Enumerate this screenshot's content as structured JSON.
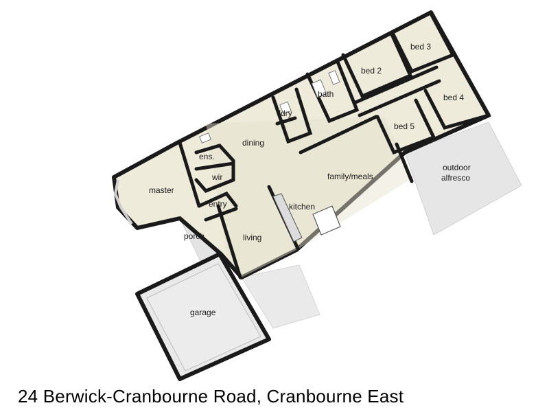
{
  "address": "24 Berwick-Cranbourne Road, Cranbourne East",
  "rooms": {
    "master": "master",
    "ens": "ens.",
    "wir": "wir",
    "entry": "entry",
    "porch": "porch",
    "dining": "dining",
    "living": "living",
    "kitchen": "kitchen",
    "family_meals": "family/meals",
    "laundry": "l'dry",
    "bath": "bath",
    "bed2": "bed 2",
    "bed3": "bed 3",
    "bed4": "bed 4",
    "bed5": "bed 5",
    "outdoor_line1": "outdoor",
    "outdoor_line2": "alfresco",
    "garage": "garage"
  },
  "colors": {
    "floor": "#eeebdb",
    "floor_shade": "#d9d5c2",
    "wall": "#1a1a1a",
    "outdoor": "#e6e6e6",
    "garage_floor": "#e9e9e9"
  }
}
